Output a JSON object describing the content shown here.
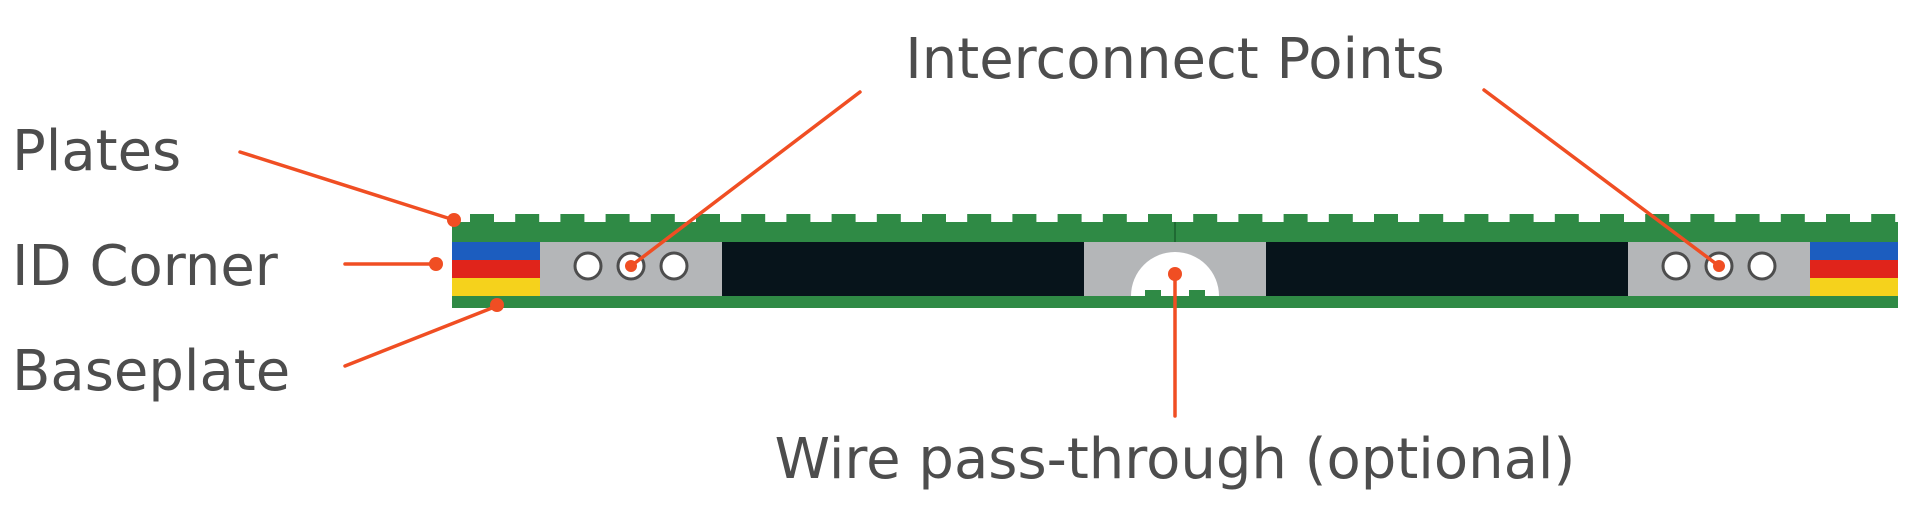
{
  "labels": {
    "plates": "Plates",
    "id_corner": "ID Corner",
    "baseplate": "Baseplate",
    "interconnect_points": "Interconnect Points",
    "wire_pass_through": "Wire pass-through (optional)"
  },
  "colors": {
    "text": "#4d4d4d",
    "leader": "#f04e23",
    "plate_green": "#2f8a45",
    "baseplate_green": "#2f8a45",
    "stud_green": "#2f8a45",
    "block_gray": "#b4b6b8",
    "void_black": "#07141b",
    "id_blue": "#1c5dbf",
    "id_red": "#e0241b",
    "id_yellow": "#f5d21c",
    "hole_white": "#ffffff"
  },
  "icons": {
    "interconnect_hole": "circle-hole-icon",
    "leader_dot": "dot-icon"
  }
}
